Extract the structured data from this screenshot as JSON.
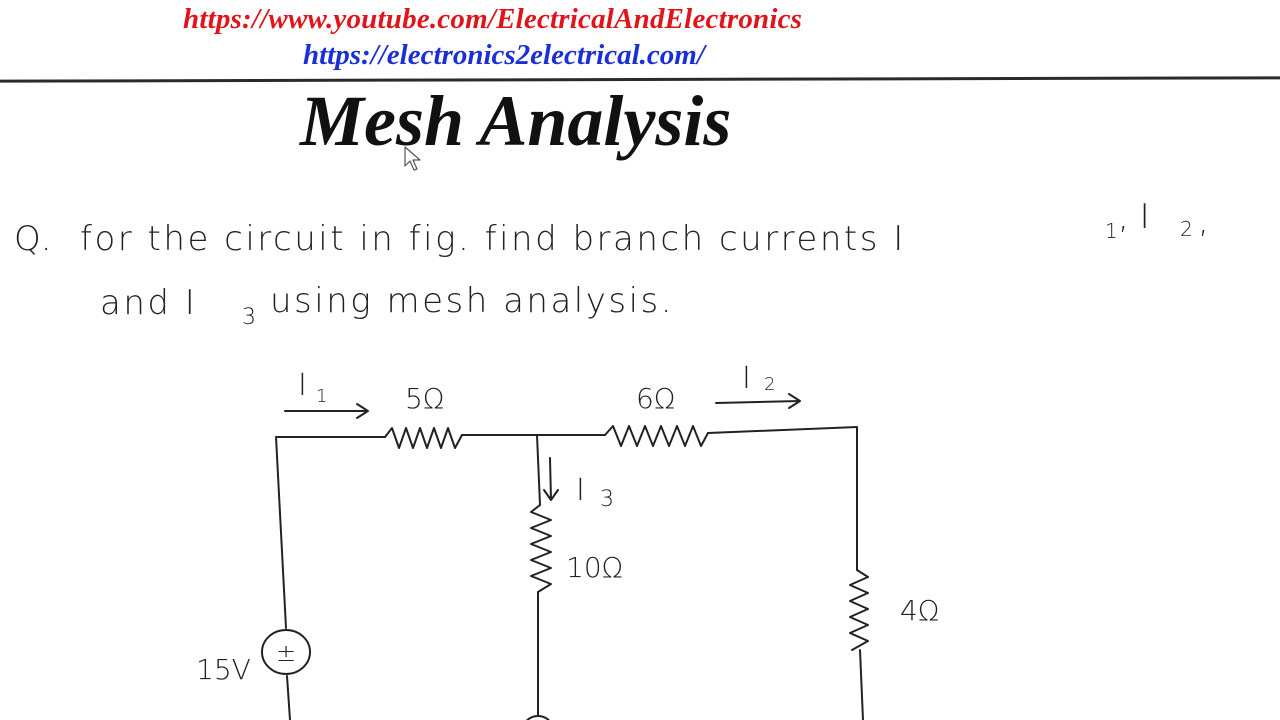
{
  "header": {
    "youtube_url": "https://www.youtube.com/ElectricalAndElectronics",
    "website_url": "https://electronics2electrical.com/",
    "colors": {
      "youtube_url": "#e0141b",
      "website_url": "#1a2fd6"
    }
  },
  "title": "Mesh Analysis",
  "question": {
    "marker": "Q.",
    "line1": "for  the  circuit  in  fig.  find  branch  currents  I",
    "line1_sub1": "1",
    "line1_mid": ", I",
    "line1_sub2": "2",
    "line1_end": ",",
    "line2_start": "and  I",
    "line2_sub": "3",
    "line2_end": "  using  mesh  analysis."
  },
  "circuit": {
    "current_1": {
      "label": "I",
      "sub": "1"
    },
    "current_2": {
      "label": "I",
      "sub": "2"
    },
    "current_3": {
      "label": "I",
      "sub": "3"
    },
    "resistor_top_left": "5Ω",
    "resistor_top_right": "6Ω",
    "resistor_middle": "10Ω",
    "resistor_right": "4Ω",
    "source_voltage": "15V",
    "source_polarity": "±"
  }
}
